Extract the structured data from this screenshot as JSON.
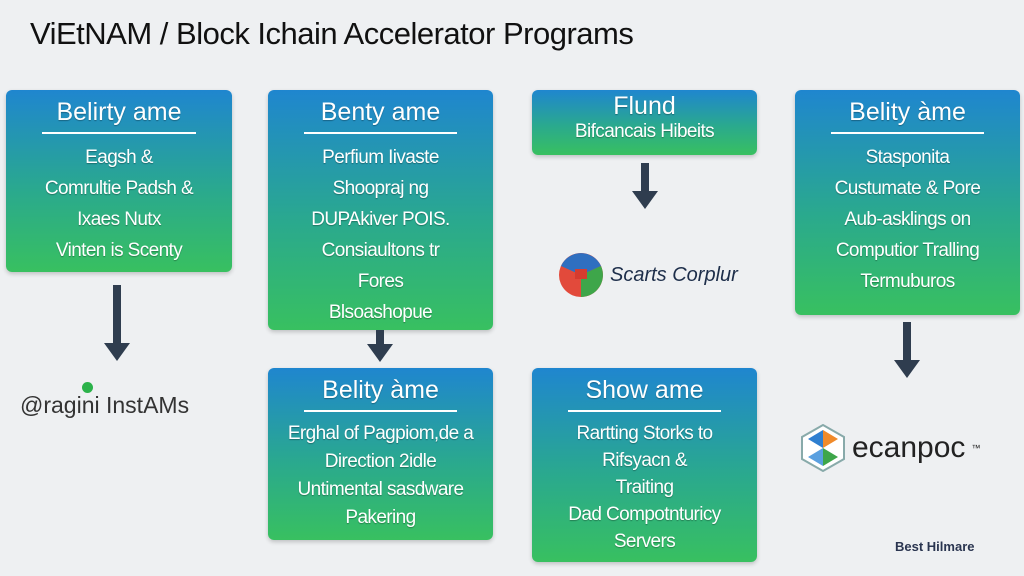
{
  "title": "ViEtNAM / Block Ichain  Accelerator Programs",
  "boxes": [
    {
      "title": "Belirty ame",
      "lines": [
        "Eagsh &",
        "Comrultie Padsh &",
        "Ixaes Nutx",
        "Vinten is Scenty"
      ]
    },
    {
      "title": "Benty ame",
      "lines": [
        "Perfium Iivaste",
        "Shoopraj ng",
        "DUPAkiver POIS.",
        "Consiaultons tr",
        "Fores",
        "Blsoashopue"
      ]
    },
    {
      "title": "Flund",
      "lines": [
        "Bifcancais Hibeits"
      ]
    },
    {
      "title": "Belity àme",
      "lines": [
        "Stasponita",
        "Custumate & Pore",
        "Aub-asklings on",
        "Computior Tralling",
        "Termuburos"
      ]
    },
    {
      "title": "Belity àme",
      "lines": [
        "Erghal of Pagpiom,de a",
        "Direction 2idle",
        "Untimental sasdware",
        "Pakering"
      ]
    },
    {
      "title": "Show ame",
      "lines": [
        "Rartting Storks to",
        "Rifsyacn &",
        "Traiting",
        "Dad Compotnturicy",
        "Servers"
      ]
    }
  ],
  "logos": {
    "scarts": "Scarts Corplur",
    "ragini": "@ragini InstAMs",
    "ecanpoc": "ecanpoc",
    "ecanpoc_tm": "™",
    "footer": "Best Hilmare"
  }
}
